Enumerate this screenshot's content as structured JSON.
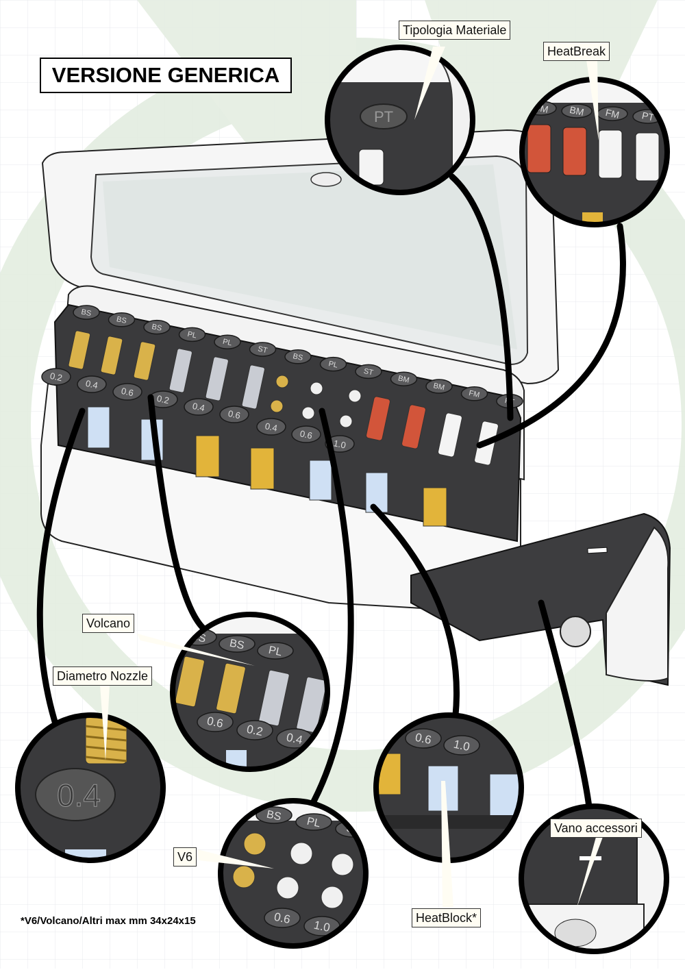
{
  "title": "VERSIONE GENERICA",
  "footnote": "*V6/Volcano/Altri max mm 34x24x15",
  "callouts": {
    "tipologia": "Tipologia Materiale",
    "heatbreak": "HeatBreak",
    "volcano": "Volcano",
    "diametro": "Diametro Nozzle",
    "v6": "V6",
    "heatblock": "HeatBlock*",
    "vano": "Vano accessori"
  },
  "box_labels": {
    "top_row": [
      "BS",
      "BS",
      "BS",
      "PL",
      "PL",
      "ST",
      "BS",
      "PL",
      "ST",
      "BM",
      "BM",
      "FM",
      "PT"
    ],
    "bottom_row": [
      "0.2",
      "0.4",
      "0.6",
      "0.2",
      "0.4",
      "0.6",
      "0.4",
      "0.6",
      "1.0"
    ]
  },
  "zoom_labels": {
    "tipologia": [
      "PT"
    ],
    "heatbreak": [
      "BM",
      "BM",
      "FM",
      "PT"
    ],
    "volcano_top": [
      "BS",
      "BS",
      "PL"
    ],
    "volcano_bottom": [
      "0.6",
      "0.2",
      "0.4"
    ],
    "diametro": [
      "0.4"
    ],
    "v6_top": [
      "BS",
      "PL",
      "ST"
    ],
    "v6_bottom": [
      "0.6",
      "1.0"
    ],
    "heatblock": [
      "0.6",
      "1.0"
    ]
  },
  "colors": {
    "brass": "#d9b24a",
    "steel": "#c9ccd3",
    "red_heatbreak": "#d2553a",
    "white_heatbreak": "#f4f4f4",
    "heatblock_blue": "#cfe0f4",
    "heatblock_gold": "#e2b43a",
    "tray_dark": "#3a3a3c",
    "background_green": "#e8f0e6"
  }
}
